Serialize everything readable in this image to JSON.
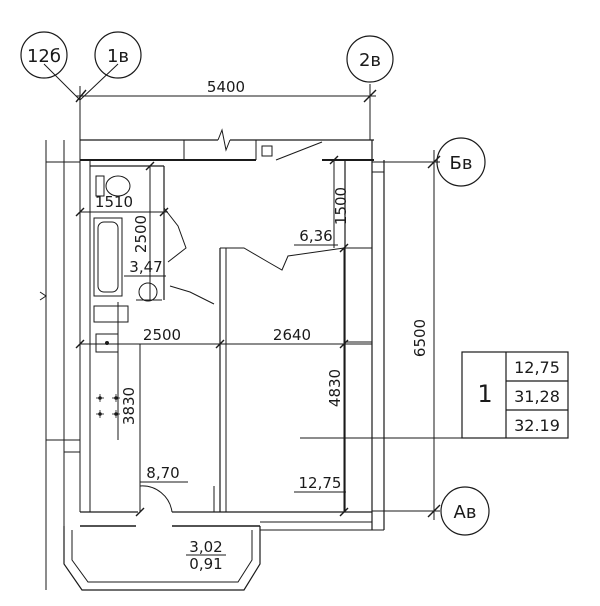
{
  "axes": {
    "a12b": "12б",
    "a1v": "1в",
    "a2v": "2в",
    "bv": "Бв",
    "av": "Ав"
  },
  "dimensions": {
    "total_width": "5400",
    "total_height": "6500",
    "bath_width": "1510",
    "bath_height": "2500",
    "hall_height": "1500",
    "kitchen_width": "2500",
    "room_width": "2640",
    "room_height": "4830",
    "kitchen_height": "3830"
  },
  "areas": {
    "hall": "6,36",
    "bath": "3,47",
    "kitchen": "8,70",
    "room": "12,75",
    "balcony": "3,02",
    "balcony_reduced": "0,91"
  },
  "summary": {
    "rooms": "1",
    "living": "12,75",
    "total": "31,28",
    "total_with_balcony": "32.19"
  }
}
